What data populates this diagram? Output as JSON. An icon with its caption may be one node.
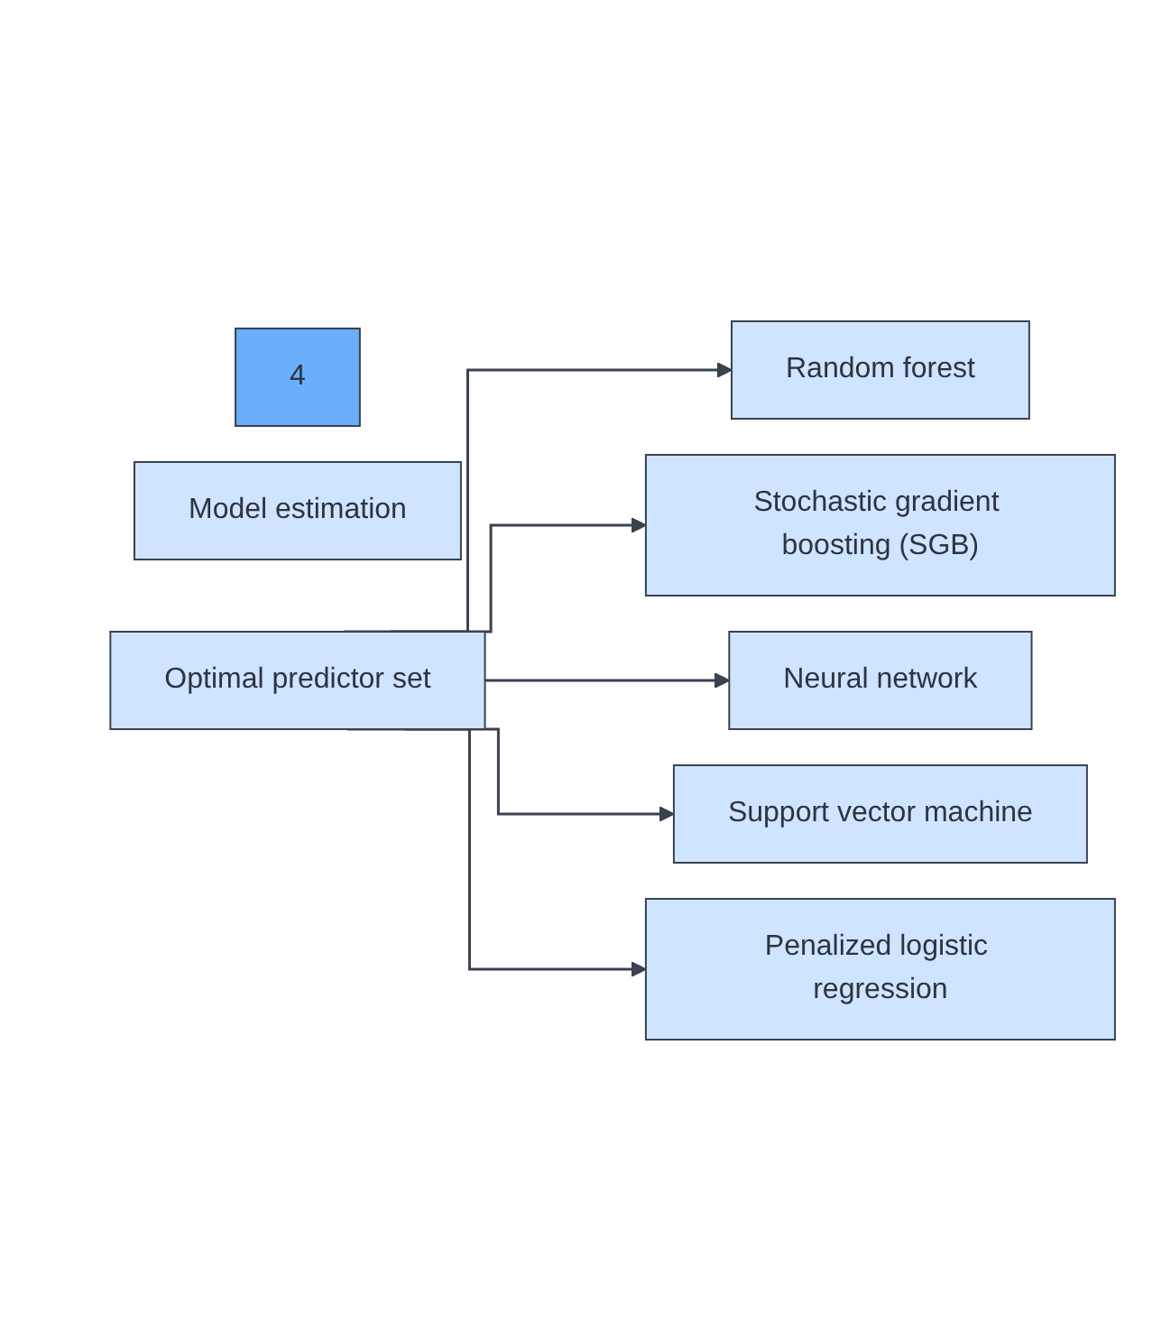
{
  "diagram": {
    "nodes": [
      {
        "text": [
          "4"
        ]
      },
      {
        "text": [
          "Model estimation"
        ]
      },
      {
        "text": [
          "Optimal predictor set"
        ]
      },
      {
        "text": [
          "Random forest"
        ]
      },
      {
        "text": [
          "Stochastic gradient boosting (SGB)"
        ]
      },
      {
        "text": [
          "Neural network"
        ]
      },
      {
        "text": [
          "Support vector machine"
        ]
      },
      {
        "text": [
          "Penalized logistic regression"
        ]
      }
    ],
    "edges": [
      {
        "from": 2,
        "to": 3,
        "arrow": "to"
      },
      {
        "from": 2,
        "to": 4,
        "arrow": "to"
      },
      {
        "from": 2,
        "to": 5,
        "arrow": "to"
      },
      {
        "from": 2,
        "to": 6,
        "arrow": "to"
      },
      {
        "from": 2,
        "to": 7,
        "arrow": "to"
      }
    ]
  }
}
